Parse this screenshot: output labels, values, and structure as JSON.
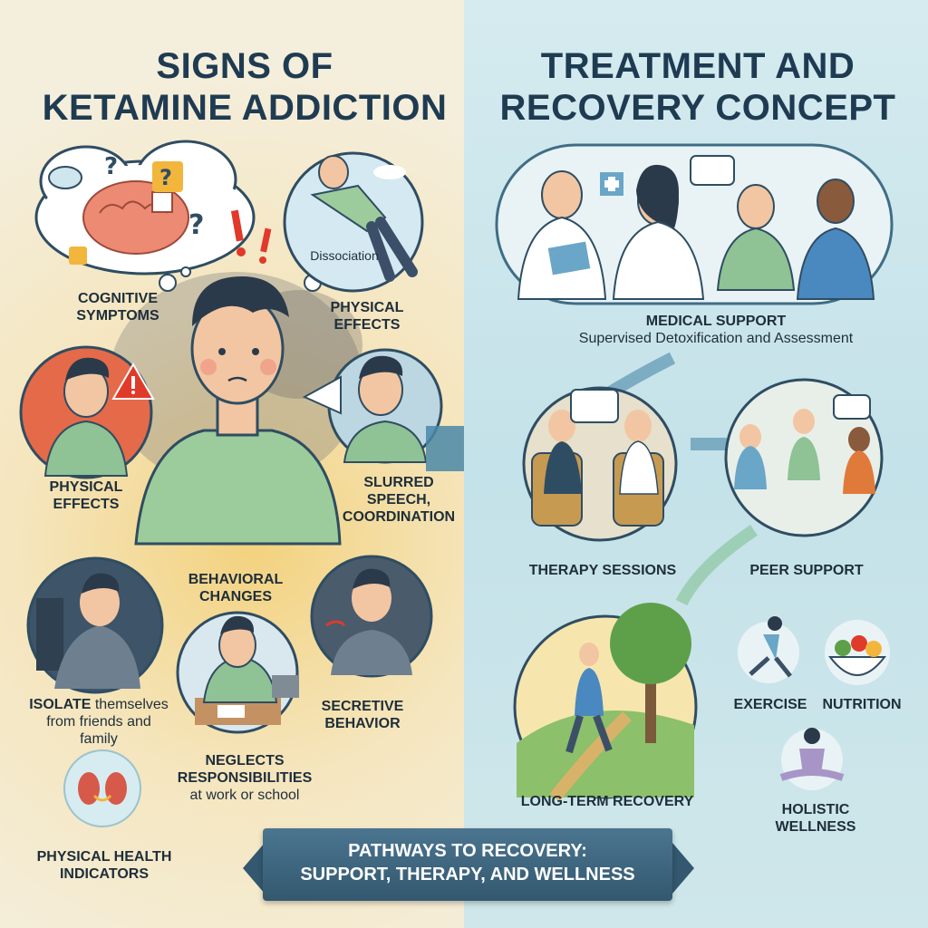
{
  "left_title": [
    "SIGNS OF",
    "KETAMINE ADDICTION"
  ],
  "right_title": [
    "TREATMENT AND",
    "RECOVERY CONCEPT"
  ],
  "signs": {
    "cognitive": [
      "COGNITIVE",
      "SYMPTOMS"
    ],
    "dissociation": "Dissociation",
    "physical_effects_top": [
      "PHYSICAL",
      "EFFECTS"
    ],
    "physical_effects_left": [
      "PHYSICAL",
      "EFFECTS"
    ],
    "slurred": [
      "SLURRED",
      "SPEECH,",
      "COORDINATION"
    ],
    "behavioral": [
      "BEHAVIORAL",
      "CHANGES"
    ],
    "isolate_bold": "ISOLATE",
    "isolate_rest": [
      "themselves",
      "from friends and",
      "family"
    ],
    "neglects": [
      "NEGLECTS",
      "RESPONSIBILITIES"
    ],
    "neglects_sub": "at work or school",
    "secretive": [
      "SECRETIVE",
      "BEHAVIOR"
    ],
    "physical_health": [
      "PHYSICAL HEALTH",
      "INDICATORS"
    ]
  },
  "treatment": {
    "medical": "MEDICAL SUPPORT",
    "medical_sub": "Supervised Detoxification and Assessment",
    "therapy": "THERAPY SESSIONS",
    "peer": "PEER SUPPORT",
    "long_term": "LONG-TERM RECOVERY",
    "exercise": "EXERCISE",
    "nutrition": "NUTRITION",
    "holistic": [
      "HOLISTIC",
      "WELLNESS"
    ]
  },
  "banner": [
    "PATHWAYS TO RECOVERY:",
    "SUPPORT, THERAPY, AND WELLNESS"
  ],
  "colors": {
    "navy": "#1f3b52",
    "teal": "#4b7590",
    "green_shirt": "#8fc294",
    "skin": "#f2c6a2"
  }
}
